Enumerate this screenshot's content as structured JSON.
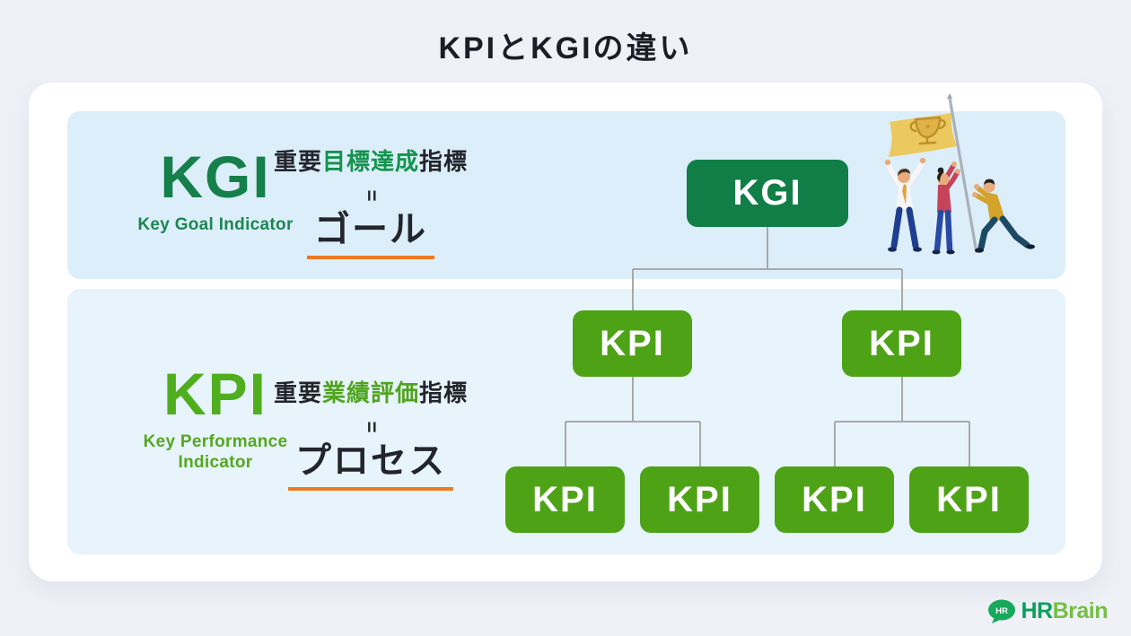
{
  "title": "KPIとKGIの違い",
  "kgi": {
    "abbr": "KGI",
    "full_name": "Key Goal Indicator",
    "definition": {
      "prefix": "重要",
      "highlight": "目標達成",
      "suffix": "指標"
    },
    "equals": "=",
    "meaning": "ゴール"
  },
  "kpi": {
    "abbr": "KPI",
    "full_name": "Key Performance Indicator",
    "definition": {
      "prefix": "重要",
      "highlight": "業績評価",
      "suffix": "指標"
    },
    "equals": "=",
    "meaning": "プロセス"
  },
  "tree": {
    "root_label": "KGI",
    "mid_labels": [
      "KPI",
      "KPI"
    ],
    "leaf_labels": [
      "KPI",
      "KPI",
      "KPI",
      "KPI"
    ]
  },
  "illustration": {
    "name": "people-raising-trophy-flag"
  },
  "logo": {
    "bubble": "HR",
    "part1": "HR",
    "part2": "Brain"
  },
  "colors": {
    "kgi_green": "#117e47",
    "kpi_green": "#4da315",
    "highlight_green_dark": "#14934d",
    "highlight_green_light": "#4fa51d",
    "accent_orange": "#ee7a21",
    "panel_blue_top": "#dceefa",
    "panel_blue_bottom": "#e8f4fc",
    "flag_gold": "#ecc95f",
    "connector_gray": "#a9a9a9",
    "logo_green_dark": "#0ba05c",
    "logo_green_light": "#74bf44"
  }
}
